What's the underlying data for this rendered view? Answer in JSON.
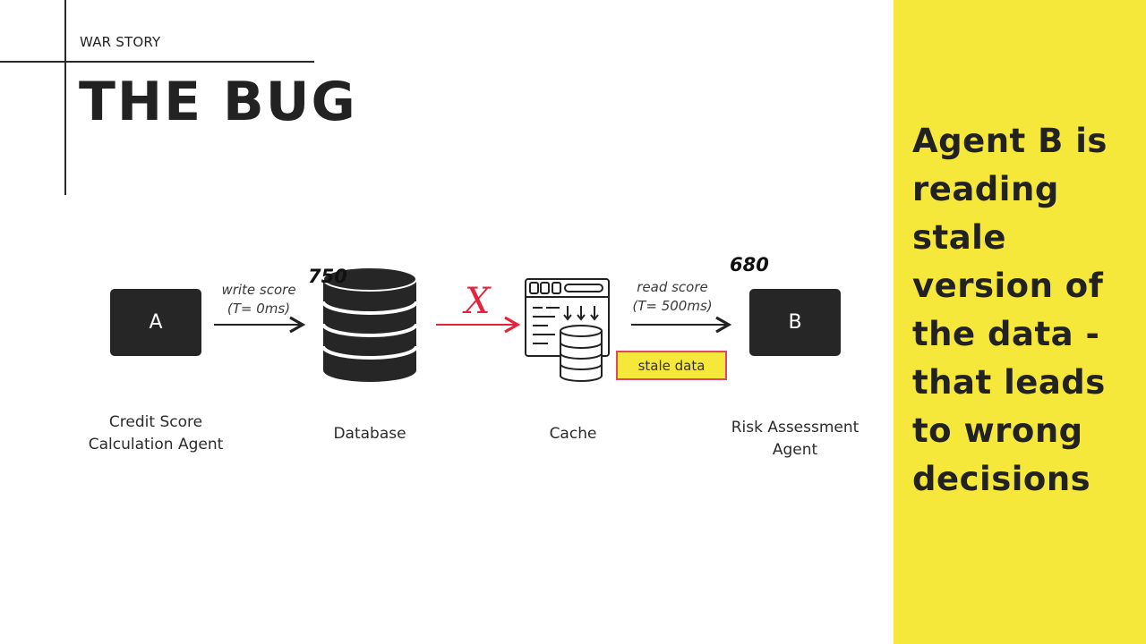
{
  "header": {
    "kicker": "WAR STORY",
    "title": "THE BUG"
  },
  "diagram": {
    "agent_a": {
      "letter": "A",
      "caption_line1": "Credit Score",
      "caption_line2": "Calculation Agent"
    },
    "database": {
      "caption": "Database",
      "value": "750"
    },
    "cache": {
      "caption": "Cache",
      "blocked_symbol": "X"
    },
    "agent_b": {
      "letter": "B",
      "caption_line1": "Risk Assessment",
      "caption_line2": "Agent",
      "value": "680"
    },
    "edges": {
      "write": {
        "line1": "write score",
        "line2": "(T= 0ms)"
      },
      "read": {
        "line1": "read score",
        "line2": "(T= 500ms)"
      }
    },
    "stale_tag": "stale data"
  },
  "panel": {
    "message": "Agent B is reading stale version of the data - that leads to wrong decisions"
  },
  "colors": {
    "panel_bg": "#f6e73b",
    "node_dark": "#262626",
    "blocked_arrow": "#e5243b",
    "stale_border": "#e0466a"
  }
}
